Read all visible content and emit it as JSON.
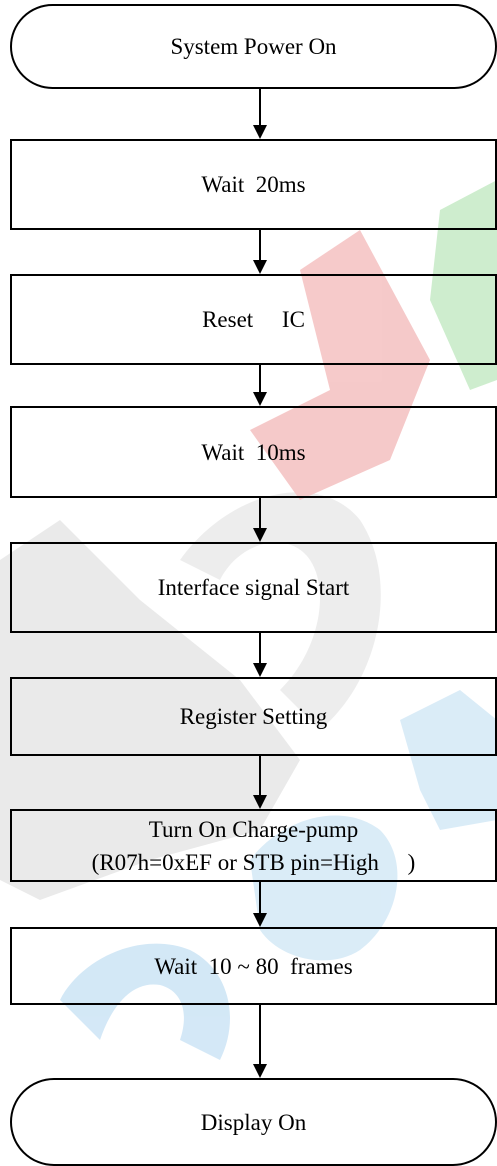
{
  "flowchart": {
    "steps": [
      {
        "label": "System Power On"
      },
      {
        "label": "Wait  20ms"
      },
      {
        "label": "Reset     IC"
      },
      {
        "label": "Wait  10ms"
      },
      {
        "label": "Interface signal Start"
      },
      {
        "label": "Register Setting"
      },
      {
        "label": "Turn On Charge-pump",
        "label2": "(R07h=0xEF or STB pin=High     )"
      },
      {
        "label": "Wait  10 ~ 80  frames"
      },
      {
        "label": "Display On"
      }
    ]
  },
  "watermark": {
    "colors": [
      "#e8e8e8",
      "#f5c4c4",
      "#c9ecc9",
      "#cfe6f6"
    ]
  }
}
